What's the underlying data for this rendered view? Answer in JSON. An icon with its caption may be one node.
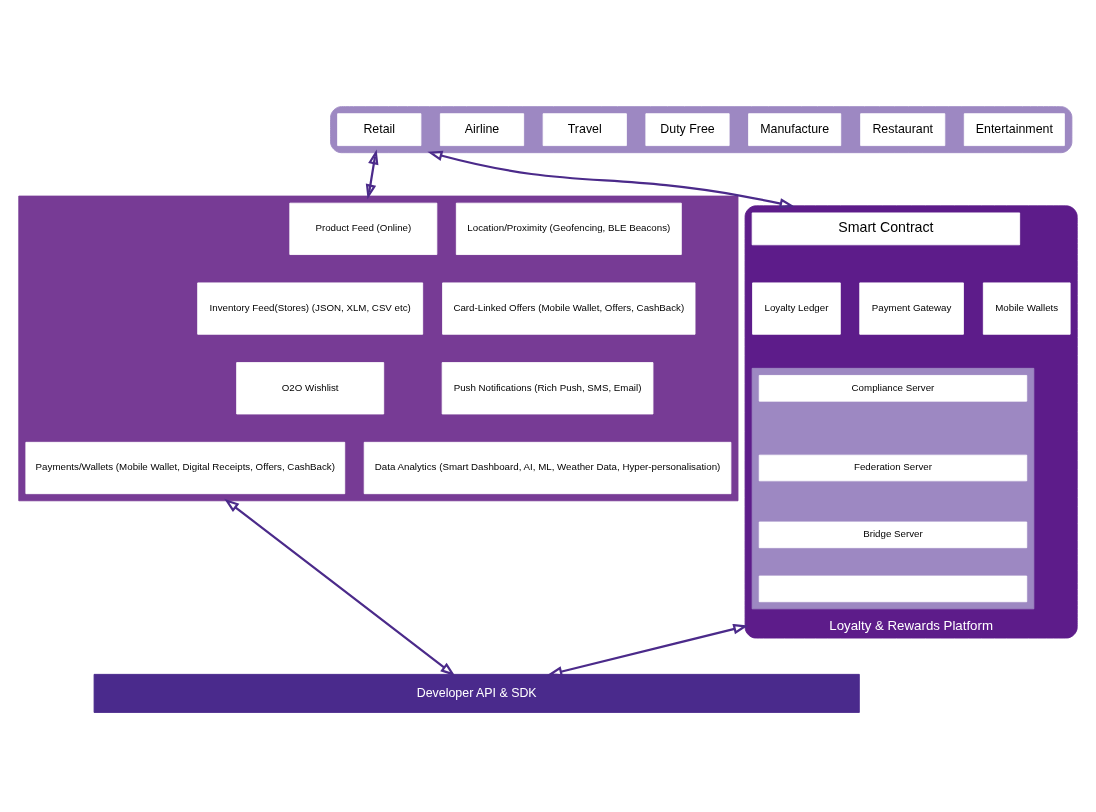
{
  "diagram": {
    "nodes": [
      {
        "text": [],
        "shape": "bar"
      },
      {
        "text": [
          "Retail"
        ],
        "in": 0
      },
      {
        "text": [
          "Airline"
        ],
        "in": 0
      },
      {
        "text": [
          "Travel"
        ],
        "in": 0
      },
      {
        "text": [
          "Duty Free"
        ],
        "in": 0
      },
      {
        "text": [
          "Manufacture"
        ],
        "in": 0
      },
      {
        "text": [
          "Restaurant"
        ],
        "in": 0
      },
      {
        "text": [
          "Entertainment"
        ],
        "in": 0
      },
      {
        "text": [],
        "shape": "box"
      },
      {
        "text": [
          "Product Feed (Online)"
        ],
        "in": 8
      },
      {
        "text": [
          "Location/Proximity (Geofencing, BLE Beacons)"
        ],
        "in": 8
      },
      {
        "text": [
          "Inventory Feed(Stores) (JSON, XLM, CSV etc)"
        ],
        "in": 8
      },
      {
        "text": [
          "Card-Linked Offers (Mobile Wallet, Offers, CashBack)"
        ],
        "in": 8
      },
      {
        "text": [
          "O2O Wishlist"
        ],
        "in": 8
      },
      {
        "text": [
          "Push Notifications (Rich Push, SMS, Email)"
        ],
        "in": 8
      },
      {
        "text": [
          "Payments/Wallets (Mobile Wallet, Digital Receipts, Offers, CashBack)"
        ],
        "in": 8
      },
      {
        "text": [
          "Data Analytics (Smart Dashboard, AI, ML, Weather Data, Hyper-personalisation)"
        ],
        "in": 8
      },
      {
        "text": [
          "Loyalty & Rewards Platform"
        ]
      },
      {
        "text": [
          "Smart Contract"
        ],
        "in": 17
      },
      {
        "text": [
          "Loyalty Ledger"
        ],
        "in": 17
      },
      {
        "text": [
          "Payment Gateway"
        ],
        "in": 17
      },
      {
        "text": [
          "Mobile Wallets"
        ],
        "in": 17
      },
      {
        "text": [],
        "shape": "box",
        "in": 17
      },
      {
        "text": [
          "Compliance Server"
        ],
        "in": 22
      },
      {
        "text": [
          "Federation Server"
        ],
        "in": 22
      },
      {
        "text": [
          "Bridge Server"
        ],
        "in": 22
      },
      {
        "text": [],
        "shape": "box",
        "in": 22
      },
      {
        "text": [
          "Developer API & SDK"
        ]
      }
    ],
    "edges": [
      {
        "from": 0,
        "to": 8,
        "arrow": "both"
      },
      {
        "from": 0,
        "to": 17,
        "arrow": "both"
      },
      {
        "from": 8,
        "to": 27,
        "arrow": "both"
      },
      {
        "from": 17,
        "to": 27,
        "arrow": "both"
      }
    ]
  }
}
